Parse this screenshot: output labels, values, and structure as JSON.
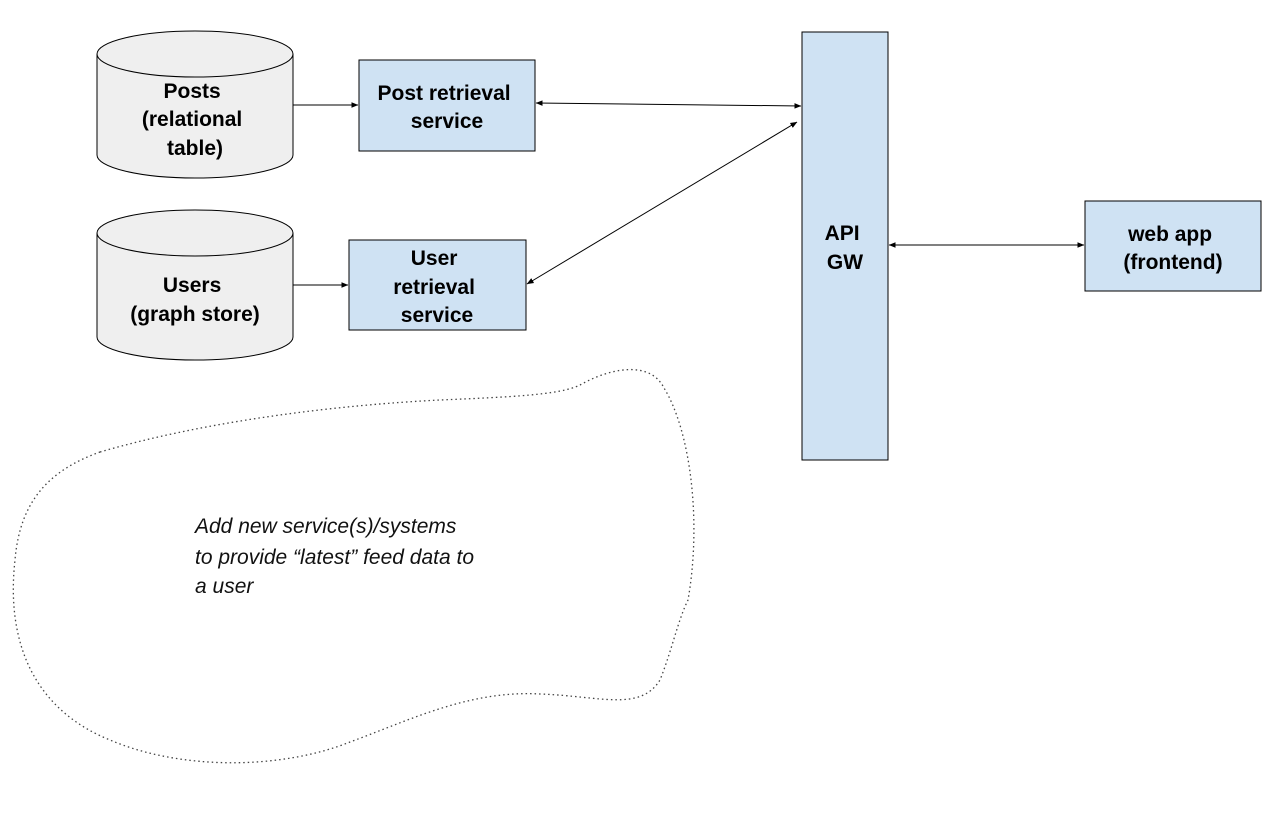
{
  "colors": {
    "service_fill": "#cfe2f3",
    "database_fill": "#efefef",
    "stroke": "#000000",
    "background": "#ffffff"
  },
  "databases": {
    "posts": {
      "lines": [
        "Posts",
        "(relational",
        "table)"
      ]
    },
    "users": {
      "lines": [
        "Users",
        "(graph store)"
      ]
    }
  },
  "services": {
    "post_retrieval": {
      "lines": [
        "Post retrieval",
        "service"
      ]
    },
    "user_retrieval": {
      "lines": [
        "User",
        "retrieval",
        "service"
      ]
    },
    "api_gateway": {
      "lines": [
        "API",
        "GW"
      ]
    },
    "web_app": {
      "lines": [
        "web app",
        "(frontend)"
      ]
    }
  },
  "note": {
    "lines": [
      "Add new service(s)/systems",
      "to provide “latest” feed data to",
      "a user"
    ]
  }
}
